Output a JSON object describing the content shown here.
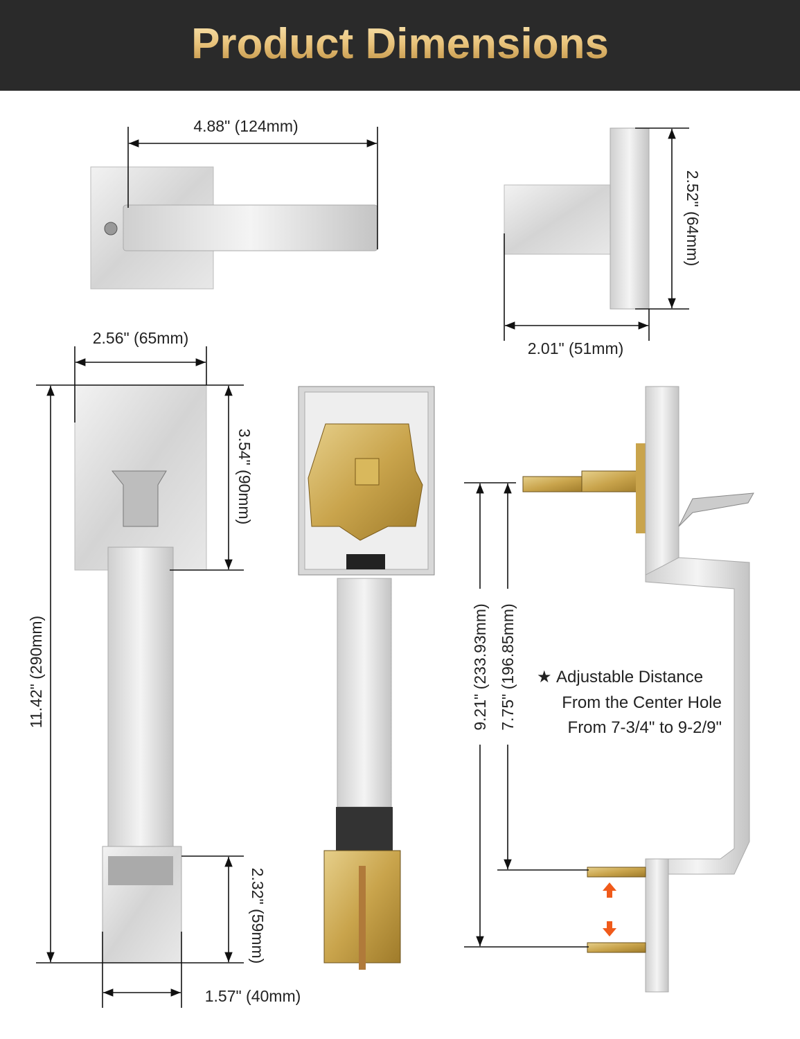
{
  "header": {
    "title": "Product Dimensions"
  },
  "dimensions": {
    "lever_length": "4.88\" (124mm)",
    "rose_height": "2.52\" (64mm)",
    "lever_projection": "2.01\" (51mm)",
    "plate_width": "2.56\" (65mm)",
    "plate_height": "3.54\" (90mm)",
    "overall_height": "11.42\" (290mm)",
    "bottom_height": "2.32\" (59mm)",
    "bottom_width": "1.57\" (40mm)",
    "max_center_distance": "9.21\" (233.93mm)",
    "min_center_distance": "7.75\" (196.85mm)"
  },
  "note": {
    "line1": "Adjustable Distance",
    "line2": "From the Center Hole",
    "line3": "From 7-3/4\" to 9-2/9\"",
    "star": "★"
  },
  "colors": {
    "header_bg": "#2a2a2a",
    "arrow": "#f05a1a",
    "brass": "#c9a44c"
  }
}
